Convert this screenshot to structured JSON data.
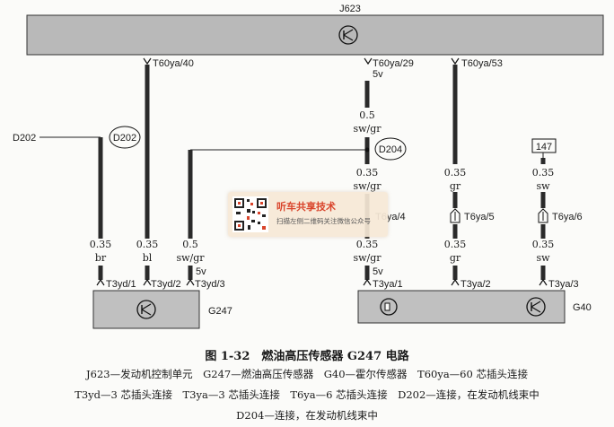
{
  "diagram": {
    "ecu": {
      "name": "J623"
    },
    "ecu_pins": [
      "T60ya/40",
      "T60ya/29",
      "T60ya/53"
    ],
    "voltage": "5v",
    "left_ground": "D202",
    "splice_labels": [
      "D202",
      "D204"
    ],
    "splice_147": "147",
    "wires": {
      "w_br": {
        "size": "0.35",
        "color": "br"
      },
      "w_bl": {
        "size": "0.35",
        "color": "bl"
      },
      "w_swgr_left": {
        "size": "0.5",
        "color": "sw/gr"
      },
      "w_swgr_top": {
        "size": "0.5",
        "color": "sw/gr"
      },
      "w_swgr_mid": {
        "size": "0.35",
        "color": "sw/gr"
      },
      "w_swgr_low": {
        "size": "0.35",
        "color": "sw/gr"
      },
      "w_gr_top": {
        "size": "0.35",
        "color": "gr"
      },
      "w_gr_low": {
        "size": "0.35",
        "color": "gr"
      },
      "w_sw_top": {
        "size": "0.35",
        "color": "sw"
      },
      "w_sw_low": {
        "size": "0.35",
        "color": "sw"
      }
    },
    "connectors": {
      "t6_mid": "T6ya/4",
      "t6_gr": "T6ya/5",
      "t6_sw": "T6ya/6"
    },
    "g247": {
      "name": "G247",
      "pins": [
        "T3yd/1",
        "T3yd/2",
        "T3yd/3"
      ]
    },
    "g40": {
      "name": "G40",
      "pins": [
        "T3ya/1",
        "T3ya/2",
        "T3ya/3"
      ]
    }
  },
  "caption": {
    "title": "图 1-32　燃油高压传感器 G247 电路",
    "legend": [
      "J623—发动机控制单元　G247—燃油高压传感器　G40—霍尔传感器　T60ya—60 芯插头连接",
      "T3yd—3 芯插头连接　T3ya—3 芯插头连接　T6ya—6 芯插头连接　D202—连接，在发动机线束中",
      "D204—连接，在发动机线束中"
    ]
  },
  "watermark": {
    "title": "听车共享技术",
    "subtitle": "扫描左侧二维码关注微信公众号"
  }
}
